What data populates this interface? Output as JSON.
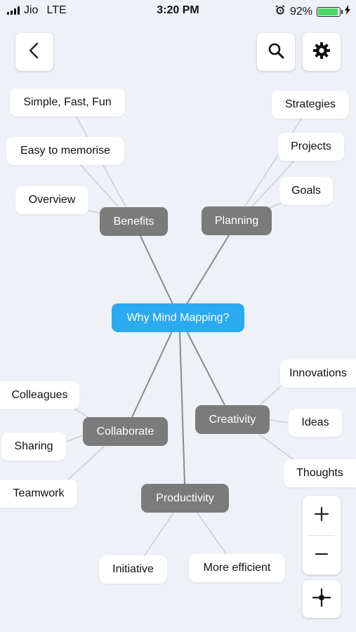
{
  "status_bar": {
    "carrier": "Jio",
    "network": "LTE",
    "time": "3:20 PM",
    "battery_percent": "92%",
    "battery_level": 0.92
  },
  "toolbar": {
    "back_icon": "chevron-left-icon",
    "search_icon": "search-icon",
    "settings_icon": "gear-icon"
  },
  "mindmap": {
    "root": "Why Mind Mapping?",
    "branches": {
      "benefits": "Benefits",
      "planning": "Planning",
      "creativity": "Creativity",
      "collaborate": "Collaborate",
      "productivity": "Productivity"
    },
    "leaves": {
      "simple_fast_fun": "Simple, Fast, Fun",
      "easy_to_memorise": "Easy to memorise",
      "overview": "Overview",
      "strategies": "Strategies",
      "projects": "Projects",
      "goals": "Goals",
      "innovations": "Innovations",
      "ideas": "Ideas",
      "thoughts": "Thoughts",
      "colleagues": "Colleagues",
      "sharing": "Sharing",
      "teamwork": "Teamwork",
      "initiative": "Initiative",
      "more_efficient": "More efficient"
    },
    "colors": {
      "root": "#2aaaf0",
      "branch": "#7b7b7b",
      "leaf": "#ffffff",
      "branch_line": "#8a8a8a",
      "leaf_line": "#c9ced4"
    }
  },
  "zoom_controls": {
    "zoom_in_icon": "plus-icon",
    "zoom_out_icon": "minus-icon",
    "recenter_icon": "recenter-icon"
  }
}
